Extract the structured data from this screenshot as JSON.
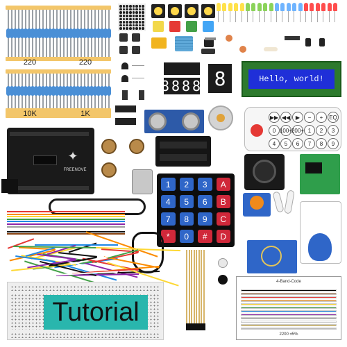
{
  "resistor_labels": {
    "top_left": "220",
    "top_right": "220",
    "bottom_left": "10K",
    "bottom_right": "1K"
  },
  "lcd": {
    "text": "Hello, world!"
  },
  "seven_segment": {
    "four_digit": "8888",
    "single_digit": "8"
  },
  "board": {
    "brand": "FREENOVE"
  },
  "keypad": {
    "keys": [
      "1",
      "2",
      "3",
      "A",
      "4",
      "5",
      "6",
      "B",
      "7",
      "8",
      "9",
      "C",
      "*",
      "0",
      "#",
      "D"
    ]
  },
  "remote": {
    "buttons": [
      "▶▶",
      "◀◀",
      "▶",
      "−",
      "+",
      "EQ",
      "0",
      "100+",
      "200+",
      "1",
      "2",
      "3",
      "4",
      "5",
      "6",
      "7",
      "8",
      "9"
    ]
  },
  "breadboard": {
    "banner_text": "Tutorial"
  },
  "color_card": {
    "title": "4-Band-Code",
    "footer": "2200 ±5%",
    "band_colors": [
      "#000000",
      "#8b4513",
      "#e53935",
      "#fb8c00",
      "#fdd835",
      "#43a047",
      "#1e88e5",
      "#8e24aa",
      "#9e9e9e",
      "#ffffff",
      "#c9a227",
      "#bdbdbd"
    ]
  },
  "colors": {
    "lcd_screen": "#1f2fd8",
    "tutorial_bg": "#29b6ad",
    "keypad_blue": "#2f66c8",
    "keypad_red": "#d0283a",
    "resistor_label_strip": "#f3c66a"
  }
}
